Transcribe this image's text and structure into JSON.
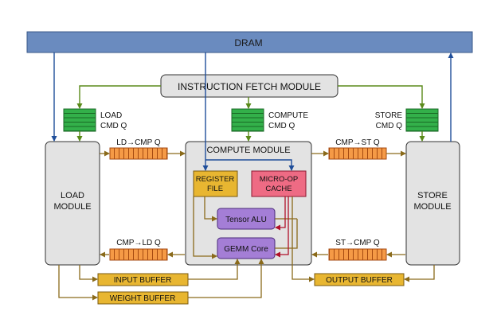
{
  "dram": {
    "label": "DRAM"
  },
  "instruction_fetch": {
    "label": "INSTRUCTION FETCH MODULE"
  },
  "queues": {
    "load_cmd": [
      "LOAD",
      "CMD Q"
    ],
    "compute_cmd": [
      "COMPUTE",
      "CMD Q"
    ],
    "store_cmd": [
      "STORE",
      "CMD Q"
    ],
    "ld_to_cmp": "LD→CMP Q",
    "cmp_to_st": "CMP→ST Q",
    "cmp_to_ld": "CMP→LD Q",
    "st_to_cmp": "ST→CMP Q"
  },
  "load_module": [
    "LOAD",
    "MODULE"
  ],
  "store_module": [
    "STORE",
    "MODULE"
  ],
  "compute_module": {
    "title": "COMPUTE MODULE",
    "register_file": [
      "REGISTER",
      "FILE"
    ],
    "micro_op_cache": [
      "MICRO-OP",
      "CACHE"
    ],
    "tensor_alu": "Tensor ALU",
    "gemm_core": "GEMM Core"
  },
  "buffers": {
    "input": "INPUT BUFFER",
    "weight": "WEIGHT BUFFER",
    "output": "OUTPUT BUFFER"
  },
  "colors": {
    "dram_fill": "#6a8bbf",
    "arrow_blue": "#1f4e9a",
    "arrow_green": "#5a8a1a",
    "arrow_brown": "#8a6a1a",
    "arrow_red": "#b0102a",
    "queue_green": "#33b04a",
    "queue_orange": "#f59a46",
    "buffer_gold": "#e8b631",
    "micro_op_pink": "#ee6b84",
    "alu_purple": "#a47ed6",
    "module_gray": "#e3e3e3"
  }
}
